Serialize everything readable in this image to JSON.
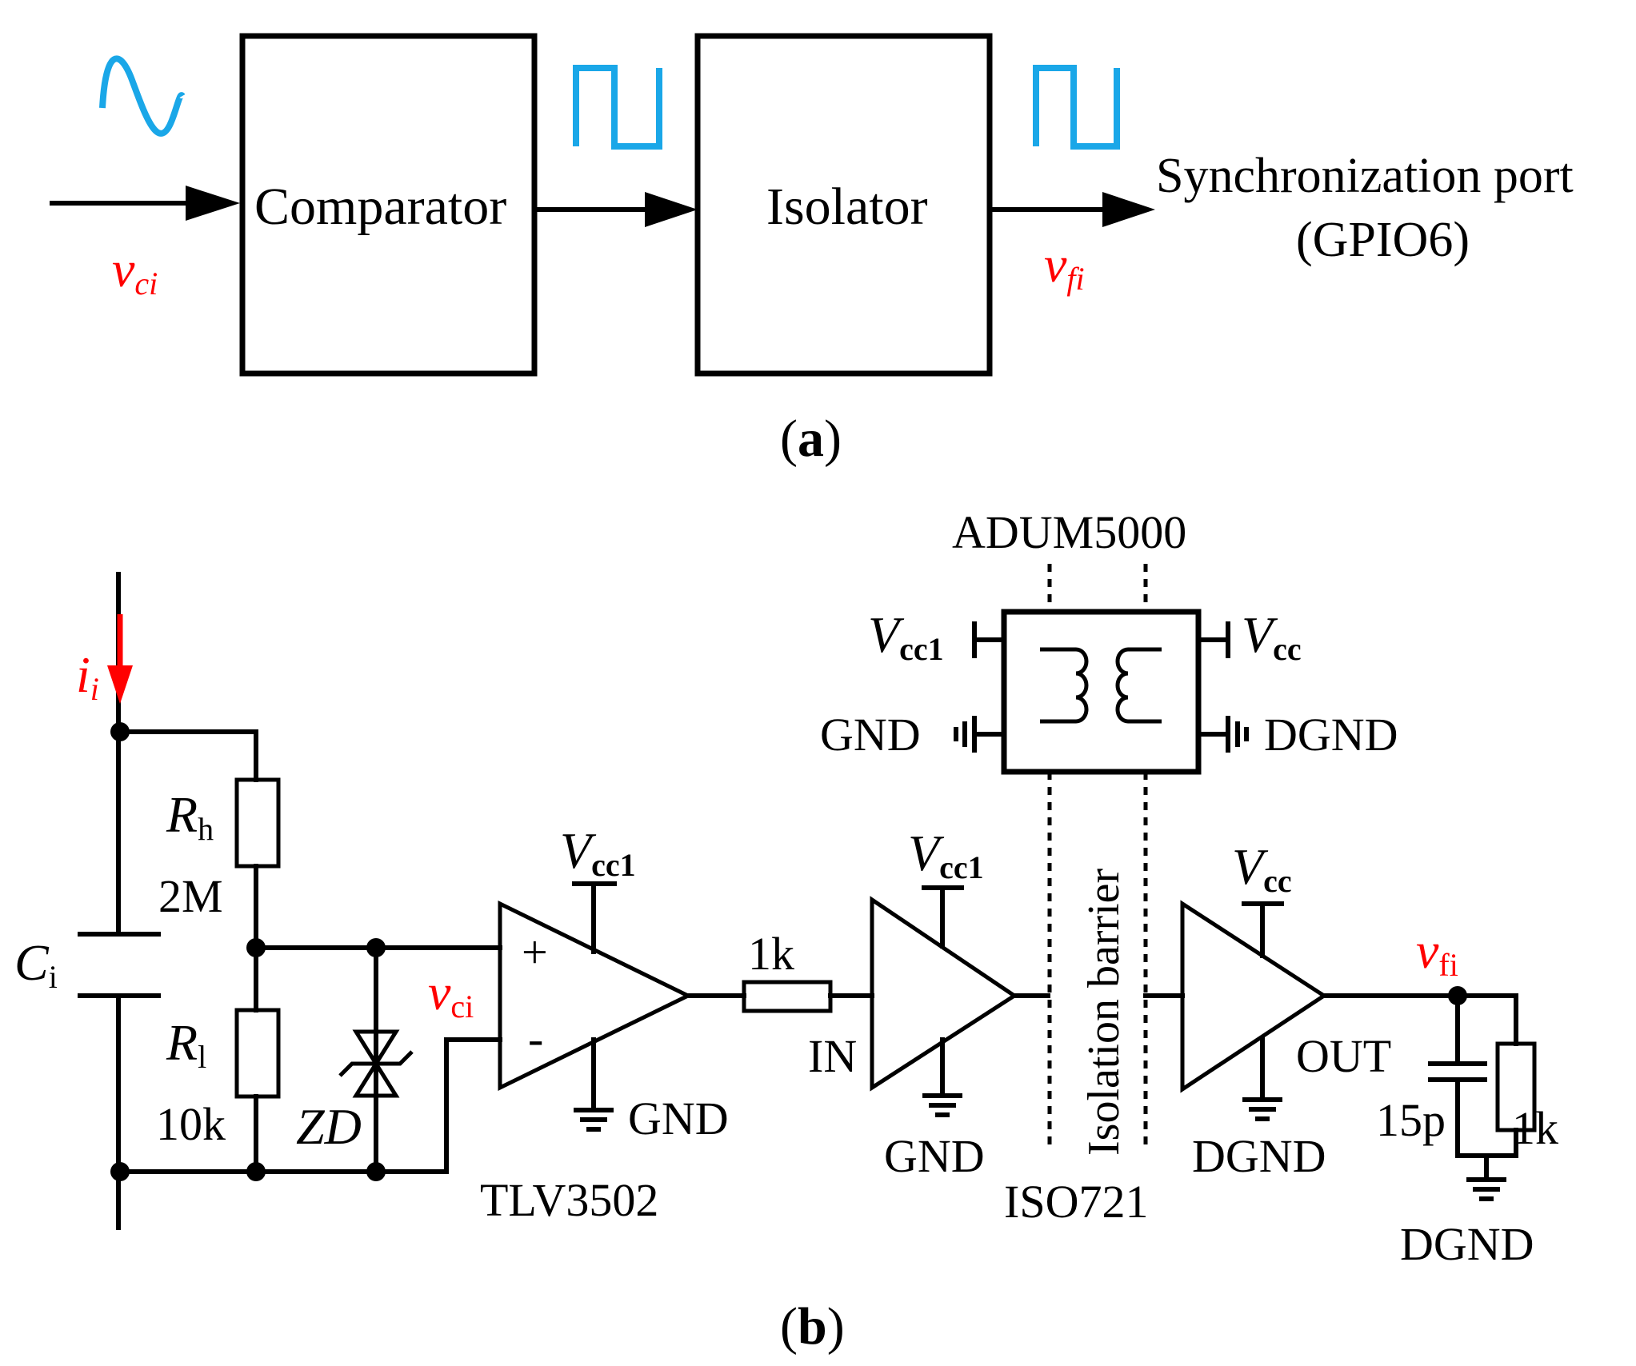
{
  "panel_a": {
    "caption_open": "(",
    "caption_letter": "a",
    "caption_close": ")",
    "comparator": "Comparator",
    "isolator": "Isolator",
    "input_var": "v",
    "input_sub": "ci",
    "output_var": "v",
    "output_sub": "fi",
    "port_line1": "Synchronization port",
    "port_line2": "(GPIO6)",
    "wave_color": "#1aa7e8",
    "signal_label_color": "#ff0000"
  },
  "panel_b": {
    "caption_open": "(",
    "caption_letter": "b",
    "caption_close": ")",
    "current_var": "i",
    "current_sub": "i",
    "cap_var": "C",
    "cap_sub": "i",
    "rh_var": "R",
    "rh_sub": "h",
    "rh_value": "2M",
    "rl_var": "R",
    "rl_sub": "l",
    "rl_value": "10k",
    "zener": "ZD",
    "vci_var": "v",
    "vci_sub": "ci",
    "plus": "+",
    "minus": "-",
    "comparator_chip": "TLV3502",
    "vcc1_var": "V",
    "vcc1_sub": "cc1",
    "vcc_var": "V",
    "vcc_sub": "cc",
    "gnd": "GND",
    "dgnd": "DGND",
    "r_series": "1k",
    "in_pin": "IN",
    "out_pin": "OUT",
    "isolator_chip": "ISO721",
    "power_chip": "ADUM5000",
    "barrier": "Isolation barrier",
    "vfi_var": "v",
    "vfi_sub": "fi",
    "c_out": "15p",
    "r_out": "1k"
  }
}
